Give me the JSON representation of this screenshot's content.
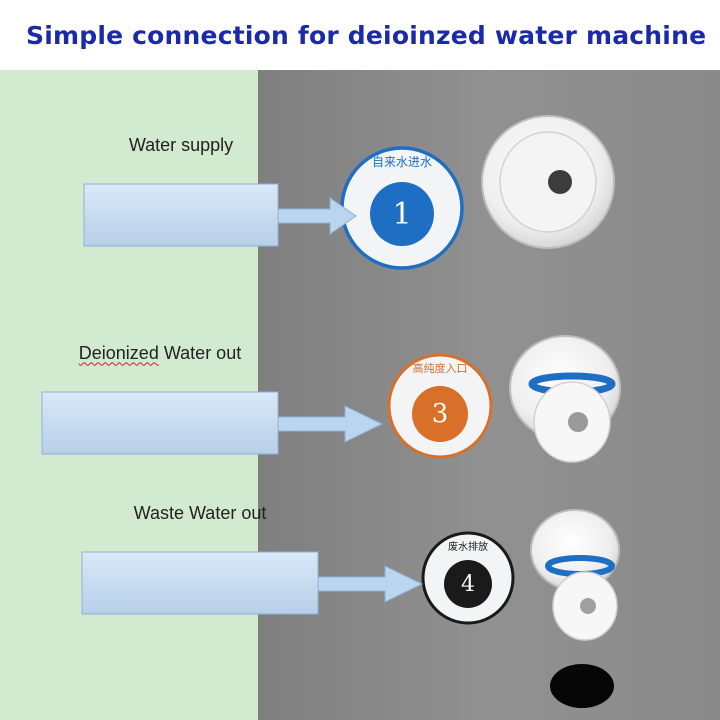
{
  "title": "Simple connection for deioinzed water machine",
  "callouts": {
    "water_supply": "Water supply",
    "deionized_prefix": "Deionized",
    "deionized_suffix": " Water out",
    "waste": "Waste Water out"
  },
  "ports": [
    {
      "number": "1",
      "label": "自来水进水",
      "color": "#1e6fc4"
    },
    {
      "number": "3",
      "label": "高纯度入口",
      "color": "#d8702a"
    },
    {
      "number": "4",
      "label": "废水排放",
      "color": "#1a1a1a"
    }
  ],
  "colors": {
    "title": "#1a2aa8",
    "left_panel": "#d2ead0",
    "machine_panel": "#8e8e8e",
    "callout_box": "#c9def3",
    "arrow": "#b8d3ee"
  }
}
